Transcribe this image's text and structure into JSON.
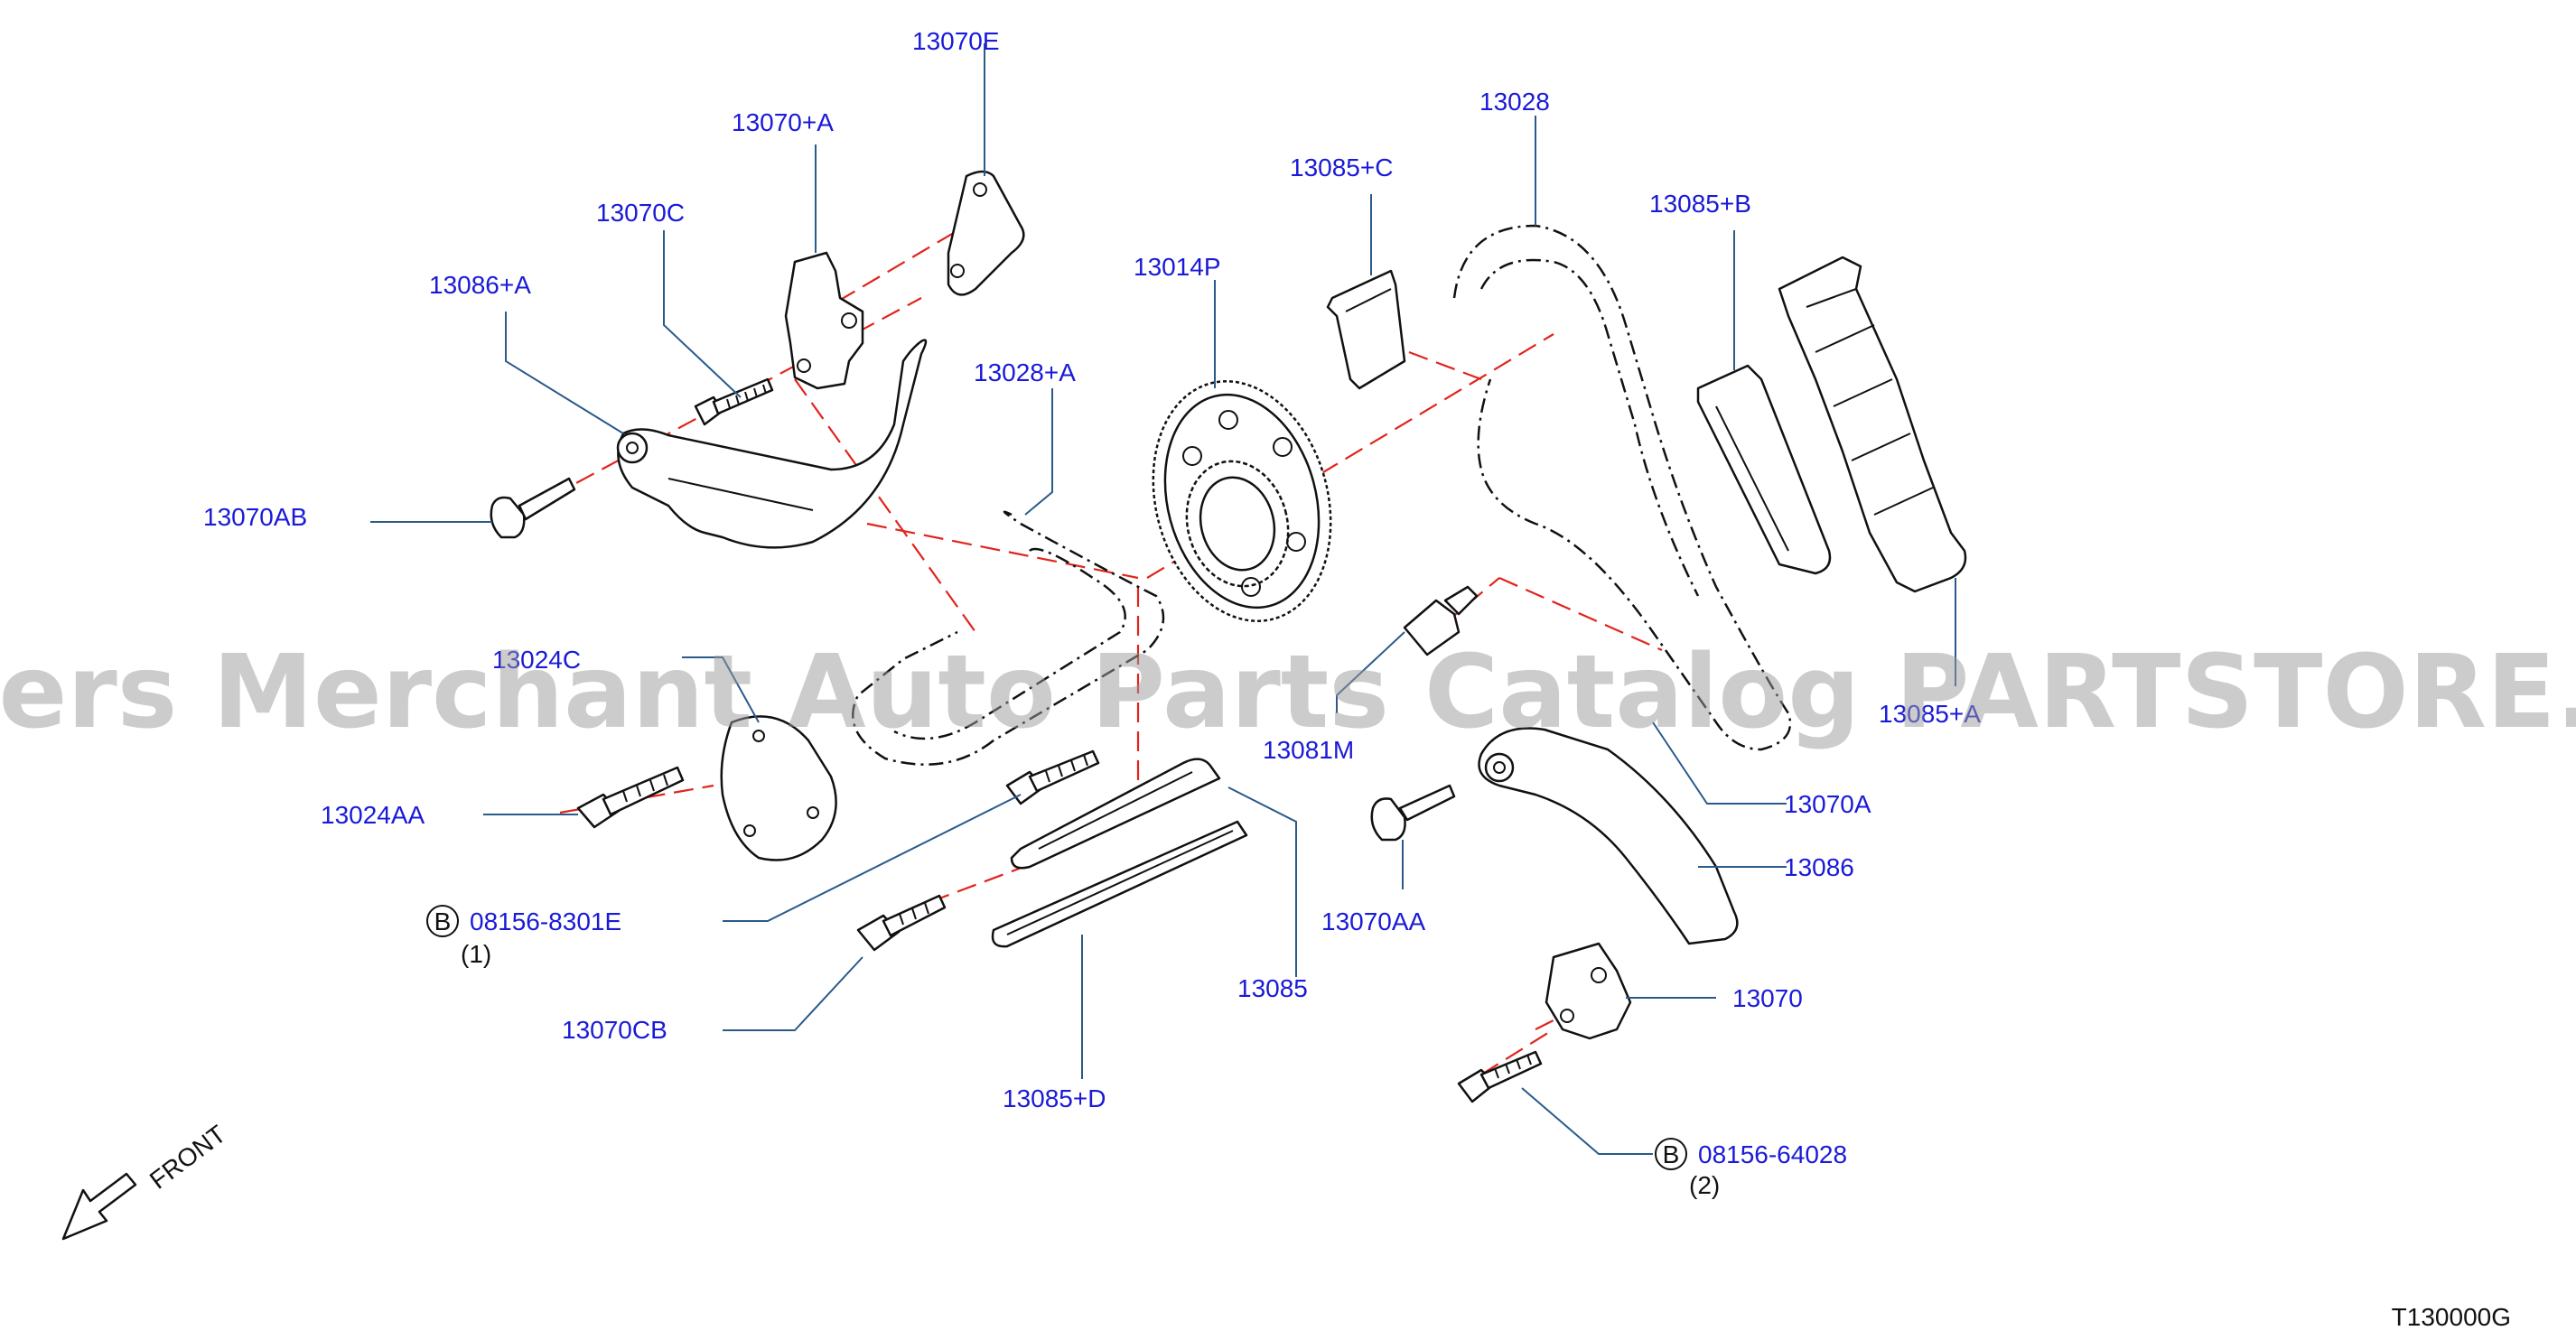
{
  "watermark": "Offers Merchant Auto Parts Catalog PARTSTORE.SA",
  "diagram_code": "T130000G",
  "front_label": "FRONT",
  "labels": {
    "p13070E": "13070E",
    "p13070A_plus": "13070+A",
    "p13070C": "13070C",
    "p13086A_plus": "13086+A",
    "p13070AB": "13070AB",
    "p13028A_plus": "13028+A",
    "p13014P": "13014P",
    "p13085C_plus": "13085+C",
    "p13028": "13028",
    "p13085B_plus": "13085+B",
    "p13024C": "13024C",
    "p13085A_plus": "13085+A",
    "p13081M": "13081M",
    "p13070A": "13070A",
    "p13024AA": "13024AA",
    "p13086": "13086",
    "p08156_8301E": "08156-8301E",
    "qty1": "(1)",
    "p13070AA": "13070AA",
    "p13085": "13085",
    "p13070": "13070",
    "p13070CB": "13070CB",
    "p08156_64028": "08156-64028",
    "qty2": "(2)",
    "p13085D_plus": "13085+D",
    "badge": "B"
  }
}
